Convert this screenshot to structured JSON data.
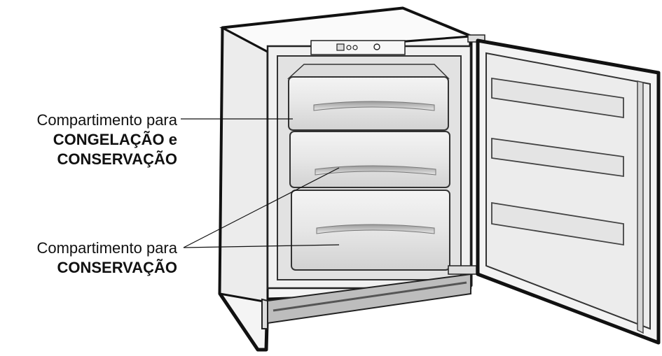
{
  "labels": {
    "freeze": {
      "prefix": "Compartimento para",
      "line1": "CONGELAÇÃO e",
      "line2": "CONSERVAÇÃO"
    },
    "conserve": {
      "prefix": "Compartimento para",
      "line1": "CONSERVAÇÃO"
    }
  },
  "colors": {
    "outline": "#1a1a1a",
    "drawer_fill": "#ebebeb",
    "drawer_shade": "#c9c9c9",
    "cabinet_side": "#f2f2f2"
  }
}
